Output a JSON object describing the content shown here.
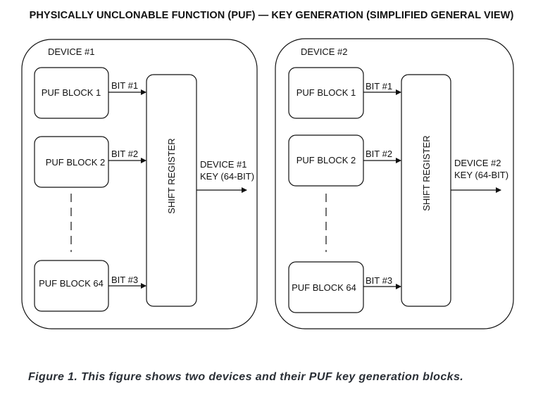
{
  "title": "PHYSICALLY UNCLONABLE FUNCTION (PUF) — KEY GENERATION (SIMPLIFIED GENERAL VIEW)",
  "caption": "Figure 1. This figure shows two devices and their PUF key generation blocks.",
  "devices": [
    {
      "label": "DEVICE #1",
      "blocks": [
        "PUF BLOCK 1",
        "PUF BLOCK 2",
        "PUF BLOCK 64"
      ],
      "bits": [
        "BIT #1",
        "BIT #2",
        "BIT #3"
      ],
      "register": "SHIFT REGISTER",
      "output_line1": "DEVICE #1",
      "output_line2": "KEY (64-BIT)"
    },
    {
      "label": "DEVICE #2",
      "blocks": [
        "PUF BLOCK 1",
        "PUF BLOCK 2",
        "PUF BLOCK 64"
      ],
      "bits": [
        "BIT #1",
        "BIT #2",
        "BIT #3"
      ],
      "register": "SHIFT REGISTER",
      "output_line1": "DEVICE #2",
      "output_line2": "KEY (64-BIT)"
    }
  ]
}
